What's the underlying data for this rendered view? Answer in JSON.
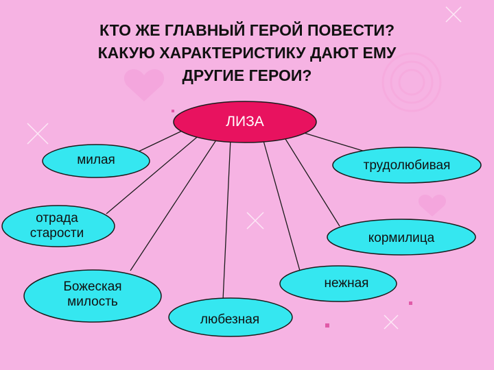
{
  "title": {
    "line1": "КТО ЖЕ ГЛАВНЫЙ ГЕРОЙ ПОВЕСТИ?",
    "line2": "КАКУЮ ХАРАКТЕРИСТИКУ ДАЮТ ЕМУ",
    "line3": "ДРУГИЕ ГЕРОИ?"
  },
  "center": {
    "label": "ЛИЗА"
  },
  "nodes": {
    "milaya": {
      "label": "милая"
    },
    "trudolyubivaya": {
      "label": "трудолюбивая"
    },
    "otrada": {
      "line1": "отрада",
      "line2": "старости"
    },
    "kormilitsa": {
      "label": "кормилица"
    },
    "bozheskaya": {
      "line1": "Божеская",
      "line2": "милость"
    },
    "nezhnaya": {
      "label": "нежная"
    },
    "lyubeznaya": {
      "label": "любезная"
    }
  },
  "colors": {
    "background": "#f6b3e3",
    "center_fill": "#e8125f",
    "node_fill": "#35e7f0",
    "outline": "#1a1a1a"
  }
}
